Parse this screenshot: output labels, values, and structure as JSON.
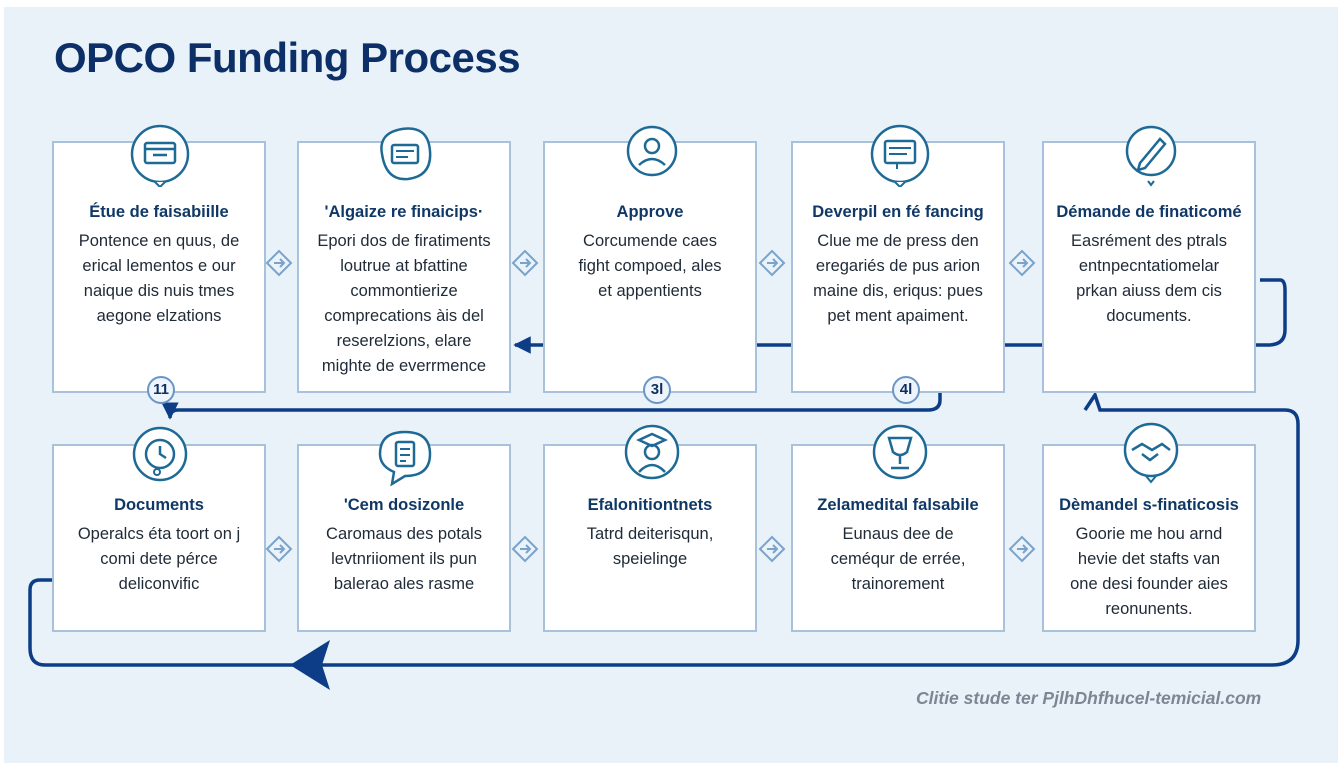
{
  "title": "OPCO Funding Process",
  "footer": "Clitie stude ter PjlhDhfhucel-temicial.com",
  "colors": {
    "panel": "#e9f1f9",
    "title": "#0b2f66",
    "flow_line": "#0d3d86",
    "card_border": "#a9c2dc",
    "icon": "#1e6a96"
  },
  "cards": [
    {
      "title": "Étue de faisabiille",
      "lines": [
        "Pontence en quus, de",
        "erical lementos e our",
        "naique dis nuis tmes",
        "aegone elzations"
      ],
      "icon": "folder-icon"
    },
    {
      "title": "'Algaize re finaicips·",
      "lines": [
        "Epori dos de firatiments",
        "loutrue at bfattine",
        "commontierize",
        "comprecations àis del",
        "reserelzions, elare",
        "mighte de everrmence"
      ],
      "icon": "fax-icon"
    },
    {
      "title": "Approve",
      "lines": [
        "Corcumende caes",
        "fight compoed, ales",
        "et appentients"
      ],
      "icon": "user-pin-icon"
    },
    {
      "title": "Deverpil en fé fancing",
      "lines": [
        "Clue me de press den",
        "eregariés de pus arion",
        "maine dis, eriqus: pues",
        "pet ment apaiment."
      ],
      "icon": "document-stack-icon"
    },
    {
      "title": "Démande de finaticomé",
      "lines": [
        "Easrément des ptrals",
        "entnpecntatiomelar",
        "prkan aiuss dem cis",
        "documents."
      ],
      "icon": "pen-icon"
    },
    {
      "title": "Documents",
      "lines": [
        "Operalcs éta toort on j",
        "comi dete pérce",
        "deliconvific"
      ],
      "icon": "clock-icon"
    },
    {
      "title": "'Cem dosizonle",
      "lines": [
        "Caromaus des potals",
        "levtnriioment ils pun",
        "balerao ales rasme"
      ],
      "icon": "chat-doc-icon"
    },
    {
      "title": "Efalonitiontnets",
      "lines": [
        "Tatrd deiterisqun,",
        "speielinge"
      ],
      "icon": "graduate-icon"
    },
    {
      "title": "Zelamedital falsabile",
      "lines": [
        "Eunaus dee de",
        "ceméqur de errée,",
        "trainorement"
      ],
      "icon": "trophy-icon"
    },
    {
      "title": "Dèmandel s-finaticosis",
      "lines": [
        "Goorie me hou arnd",
        "hevie det stafts van",
        "one desi founder aies",
        "reonunents."
      ],
      "icon": "handshake-icon"
    }
  ],
  "badges": [
    "11",
    "3l",
    "4l"
  ]
}
